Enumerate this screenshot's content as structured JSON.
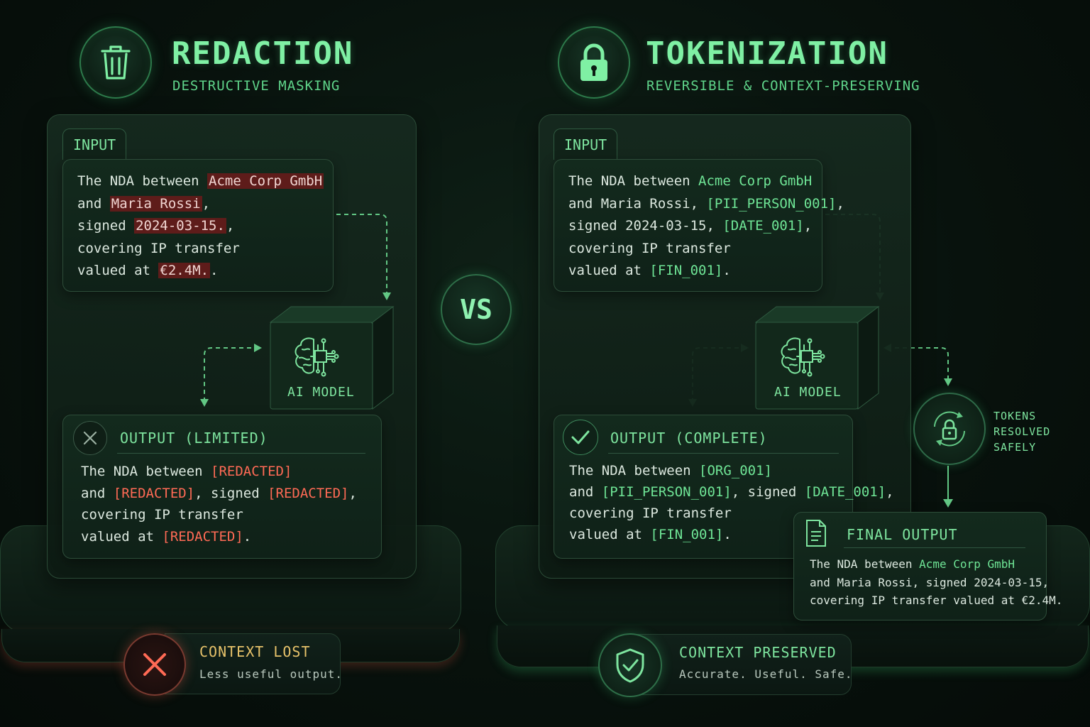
{
  "left": {
    "title": "REDACTION",
    "subtitle": "DESTRUCTIVE MASKING",
    "header_icon": "trash-icon",
    "input_tab": "INPUT",
    "input_lines": [
      [
        {
          "t": "The NDA between "
        },
        {
          "t": "Acme Corp GmbH",
          "s": "hl"
        }
      ],
      [
        {
          "t": "and "
        },
        {
          "t": "Maria Rossi",
          "s": "hl"
        },
        {
          "t": ","
        }
      ],
      [
        {
          "t": "signed "
        },
        {
          "t": "2024-03-15.",
          "s": "hl"
        },
        {
          "t": ","
        }
      ],
      [
        {
          "t": "covering IP transfer"
        }
      ],
      [
        {
          "t": "valued at "
        },
        {
          "t": "€2.4M.",
          "s": "hl"
        },
        {
          "t": "."
        }
      ]
    ],
    "model_label": "AI MODEL",
    "model_icon": "brain-chip-icon",
    "output_title": "OUTPUT (LIMITED)",
    "output_icon": "x-circle-icon",
    "output_lines": [
      [
        {
          "t": "The NDA between "
        },
        {
          "t": "[REDACTED]",
          "s": "red"
        }
      ],
      [
        {
          "t": "and "
        },
        {
          "t": "[REDACTED]",
          "s": "red"
        },
        {
          "t": ", signed "
        },
        {
          "t": "[REDACTED]",
          "s": "red"
        },
        {
          "t": ","
        }
      ],
      [
        {
          "t": "covering IP transfer"
        }
      ],
      [
        {
          "t": "valued at "
        },
        {
          "t": "[REDACTED]",
          "s": "red"
        },
        {
          "t": "."
        }
      ]
    ],
    "badge_title": "CONTEXT LOST",
    "badge_sub": "Less useful output.",
    "badge_icon": "x-icon"
  },
  "vs_label": "VS",
  "right": {
    "title": "TOKENIZATION",
    "subtitle": "REVERSIBLE & CONTEXT-PRESERVING",
    "header_icon": "lock-icon",
    "input_tab": "INPUT",
    "input_lines": [
      [
        {
          "t": "The NDA between "
        },
        {
          "t": "Acme Corp GmbH",
          "s": "grn"
        }
      ],
      [
        {
          "t": "and Maria Rossi, "
        },
        {
          "t": "[PII_PERSON_001]",
          "s": "grn"
        },
        {
          "t": ","
        }
      ],
      [
        {
          "t": "signed 2024-03-15, "
        },
        {
          "t": "[DATE_001]",
          "s": "grn"
        },
        {
          "t": ","
        }
      ],
      [
        {
          "t": "covering IP transfer"
        }
      ],
      [
        {
          "t": "valued at "
        },
        {
          "t": "[FIN_001]",
          "s": "grn"
        },
        {
          "t": "."
        }
      ]
    ],
    "model_label": "AI MODEL",
    "model_icon": "brain-chip-icon",
    "output_title": "OUTPUT (COMPLETE)",
    "output_icon": "check-circle-icon",
    "output_lines": [
      [
        {
          "t": "The NDA between "
        },
        {
          "t": "[ORG_001]",
          "s": "grn"
        }
      ],
      [
        {
          "t": "and "
        },
        {
          "t": "[PII_PERSON_001]",
          "s": "grn"
        },
        {
          "t": ", signed "
        },
        {
          "t": "[DATE_001]",
          "s": "grn"
        },
        {
          "t": ","
        }
      ],
      [
        {
          "t": "covering IP transfer"
        }
      ],
      [
        {
          "t": "valued at "
        },
        {
          "t": "[FIN_001]",
          "s": "grn"
        },
        {
          "t": "."
        }
      ]
    ],
    "tokens_label": [
      "TOKENS",
      "RESOLVED",
      "SAFELY"
    ],
    "tokens_icon": "lock-refresh-icon",
    "final_title": "FINAL OUTPUT",
    "final_icon": "document-icon",
    "final_lines": [
      [
        {
          "t": "The NDA between "
        },
        {
          "t": "Acme Corp GmbH",
          "s": "grn"
        }
      ],
      [
        {
          "t": "and Maria Rossi, signed 2024-03-15,"
        }
      ],
      [
        {
          "t": "covering IP transfer valued at €2.4M."
        }
      ]
    ],
    "badge_title": "CONTEXT PRESERVED",
    "badge_sub": "Accurate. Useful. Safe.",
    "badge_icon": "shield-check-icon"
  },
  "colors": {
    "accent_green": "#7ee59f",
    "highlight_green": "#6fe596",
    "redacted_red": "#ff6a55",
    "redaction_highlight": "#5e1c1a",
    "background": "#08120d"
  }
}
